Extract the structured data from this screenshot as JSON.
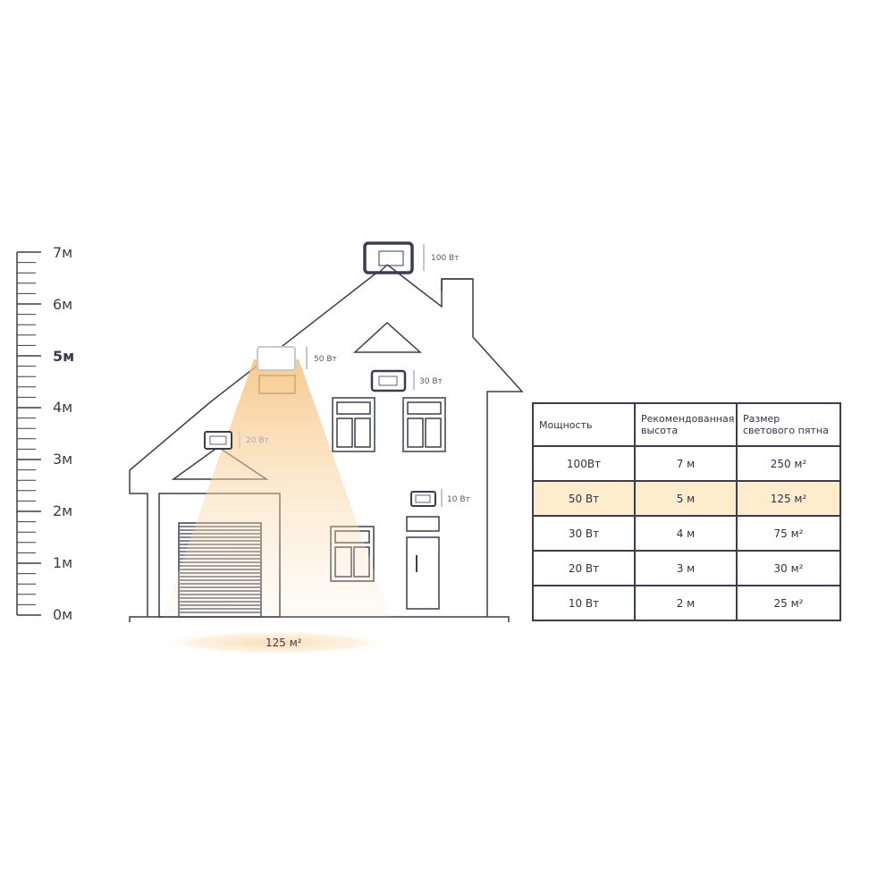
{
  "scale": {
    "ticks": [
      {
        "label": "7м",
        "bold": false
      },
      {
        "label": "6м",
        "bold": false
      },
      {
        "label": "5м",
        "bold": true
      },
      {
        "label": "4м",
        "bold": false
      },
      {
        "label": "3м",
        "bold": false
      },
      {
        "label": "2м",
        "bold": false
      },
      {
        "label": "1м",
        "bold": false
      },
      {
        "label": "0м",
        "bold": false
      }
    ]
  },
  "lamps": [
    {
      "label": "100 Вт"
    },
    {
      "label": "50 Вт"
    },
    {
      "label": "30 Вт"
    },
    {
      "label": "20 Вт"
    },
    {
      "label": "10 Вт"
    }
  ],
  "light_spot": {
    "label": "125 м²"
  },
  "colors": {
    "line": "#3a3d4f",
    "highlight": "#fdedcc",
    "beam": "#f5c07a"
  },
  "table": {
    "headers": [
      "Мощность",
      "Рекомендованная высота",
      "Размер светового пятна"
    ],
    "rows": [
      {
        "power": "100Вт",
        "height": "7 м",
        "area": "250 м²",
        "highlight": false
      },
      {
        "power": "50 Вт",
        "height": "5 м",
        "area": "125 м²",
        "highlight": true
      },
      {
        "power": "30 Вт",
        "height": "4 м",
        "area": "75 м²",
        "highlight": false
      },
      {
        "power": "20 Вт",
        "height": "3 м",
        "area": "30 м²",
        "highlight": false
      },
      {
        "power": "10 Вт",
        "height": "2 м",
        "area": "25 м²",
        "highlight": false
      }
    ]
  }
}
